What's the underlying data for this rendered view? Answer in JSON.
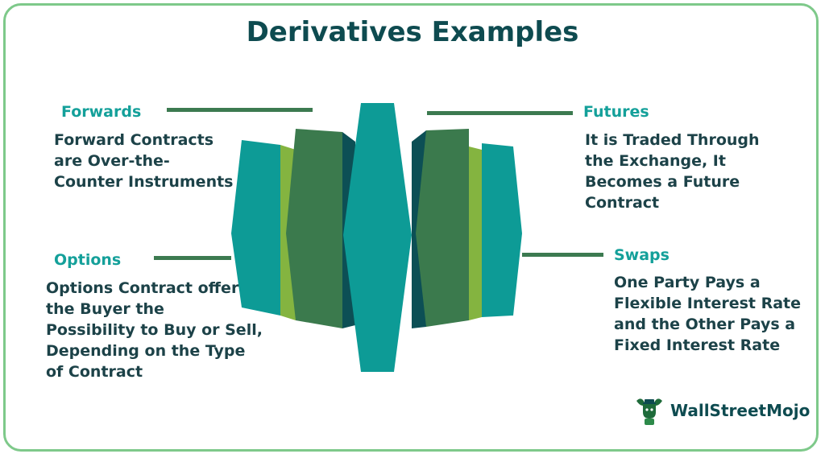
{
  "title": "Derivatives Examples",
  "items": [
    {
      "heading": "Forwards",
      "lines": [
        "Forward Contracts",
        "are Over-the-",
        "Counter Instruments"
      ]
    },
    {
      "heading": "Futures",
      "lines": [
        "It is Traded Through",
        "the Exchange, It",
        "Becomes a Future",
        "Contract"
      ]
    },
    {
      "heading": "Options",
      "lines": [
        "Options Contract offer",
        "the Buyer the",
        "Possibility to Buy or Sell,",
        "Depending on the Type",
        "of Contract"
      ]
    },
    {
      "heading": "Swaps",
      "lines": [
        "One Party Pays a",
        "Flexible Interest Rate",
        "and the Other Pays a",
        "Fixed Interest Rate"
      ]
    }
  ],
  "logo": {
    "text": "WallStreetMojo",
    "icon": "bull-mascot-icon"
  },
  "colors": {
    "teal": "#0d9b96",
    "dark_green": "#3b7a4d",
    "light_green": "#84b440",
    "dark_teal": "#0c4f55",
    "heading": "#14a09a",
    "text": "#1c4248",
    "border": "#7ec98a"
  }
}
